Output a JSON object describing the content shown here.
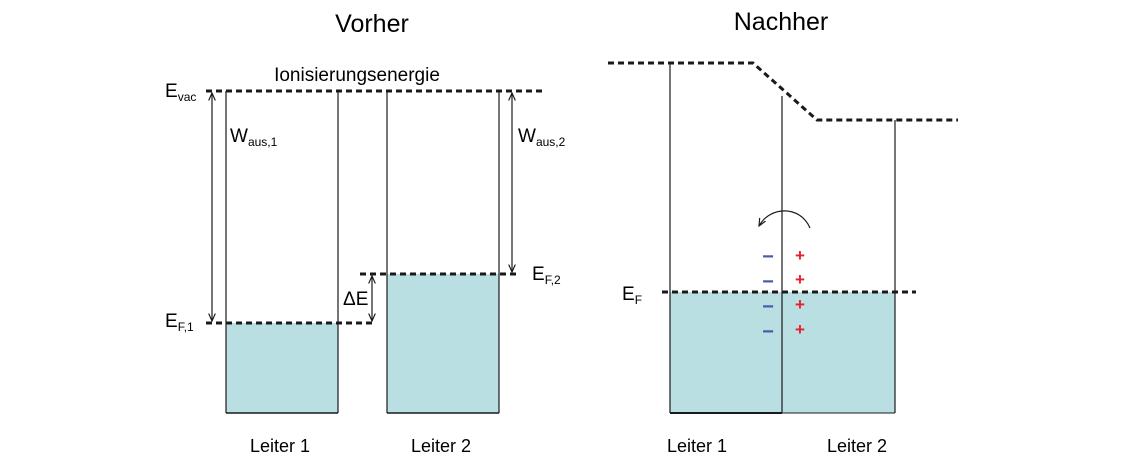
{
  "left_panel": {
    "title": "Vorher",
    "label_ionisierung": "Ionisierungsenergie",
    "label_evac_main": "E",
    "label_evac_sub": "vac",
    "label_w1_main": "W",
    "label_w1_sub": "aus,1",
    "label_w2_main": "W",
    "label_w2_sub": "aus,2",
    "label_ef1_main": "E",
    "label_ef1_sub": "F,1",
    "label_ef2_main": "E",
    "label_ef2_sub": "F,2",
    "label_delta_e": "ΔE",
    "caption_leiter1": "Leiter 1",
    "caption_leiter2": "Leiter 2"
  },
  "right_panel": {
    "title": "Nachher",
    "label_ef_main": "E",
    "label_ef_sub": "F",
    "caption_leiter1": "Leiter 1",
    "caption_leiter2": "Leiter 2",
    "minus_signs": [
      "−",
      "−",
      "−",
      "−"
    ],
    "plus_signs": [
      "+",
      "+",
      "+",
      "+"
    ]
  },
  "colors": {
    "fill": "#b9dfe3",
    "line": "#1a1a1a",
    "minus": "#4a5aa8",
    "plus": "#e8202a"
  }
}
